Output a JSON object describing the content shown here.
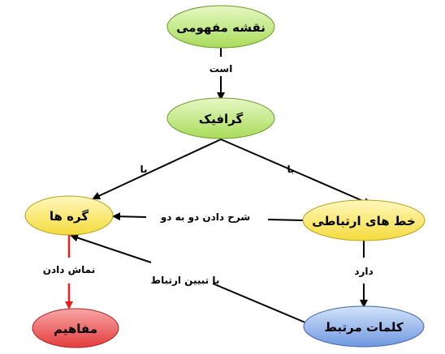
{
  "nodes": {
    "concept_map": {
      "label": "نقشه مفهومی",
      "color": "#c6ef8a"
    },
    "graphic": {
      "label": "گرافیک",
      "color": "#c6ef8a"
    },
    "nodes_item": {
      "label": "گره ها",
      "color": "#ffef70"
    },
    "lines": {
      "label": "خط های ارتباطی",
      "color": "#ffef70"
    },
    "concepts": {
      "label": "مفاهیم",
      "color": "#f26868"
    },
    "related_words": {
      "label": "کلمات مرتبط",
      "color": "#8fb2ea"
    }
  },
  "edges": {
    "is": "است",
    "with_left": "با",
    "with_right": "با",
    "explain_two": "شرح دادن دو به دو",
    "show": "نماش دادن",
    "by_relation": "با تبیین ارتباط",
    "has": "دارد"
  },
  "colors": {
    "edge": "#000000",
    "edge_highlight": "#e81f1f"
  }
}
